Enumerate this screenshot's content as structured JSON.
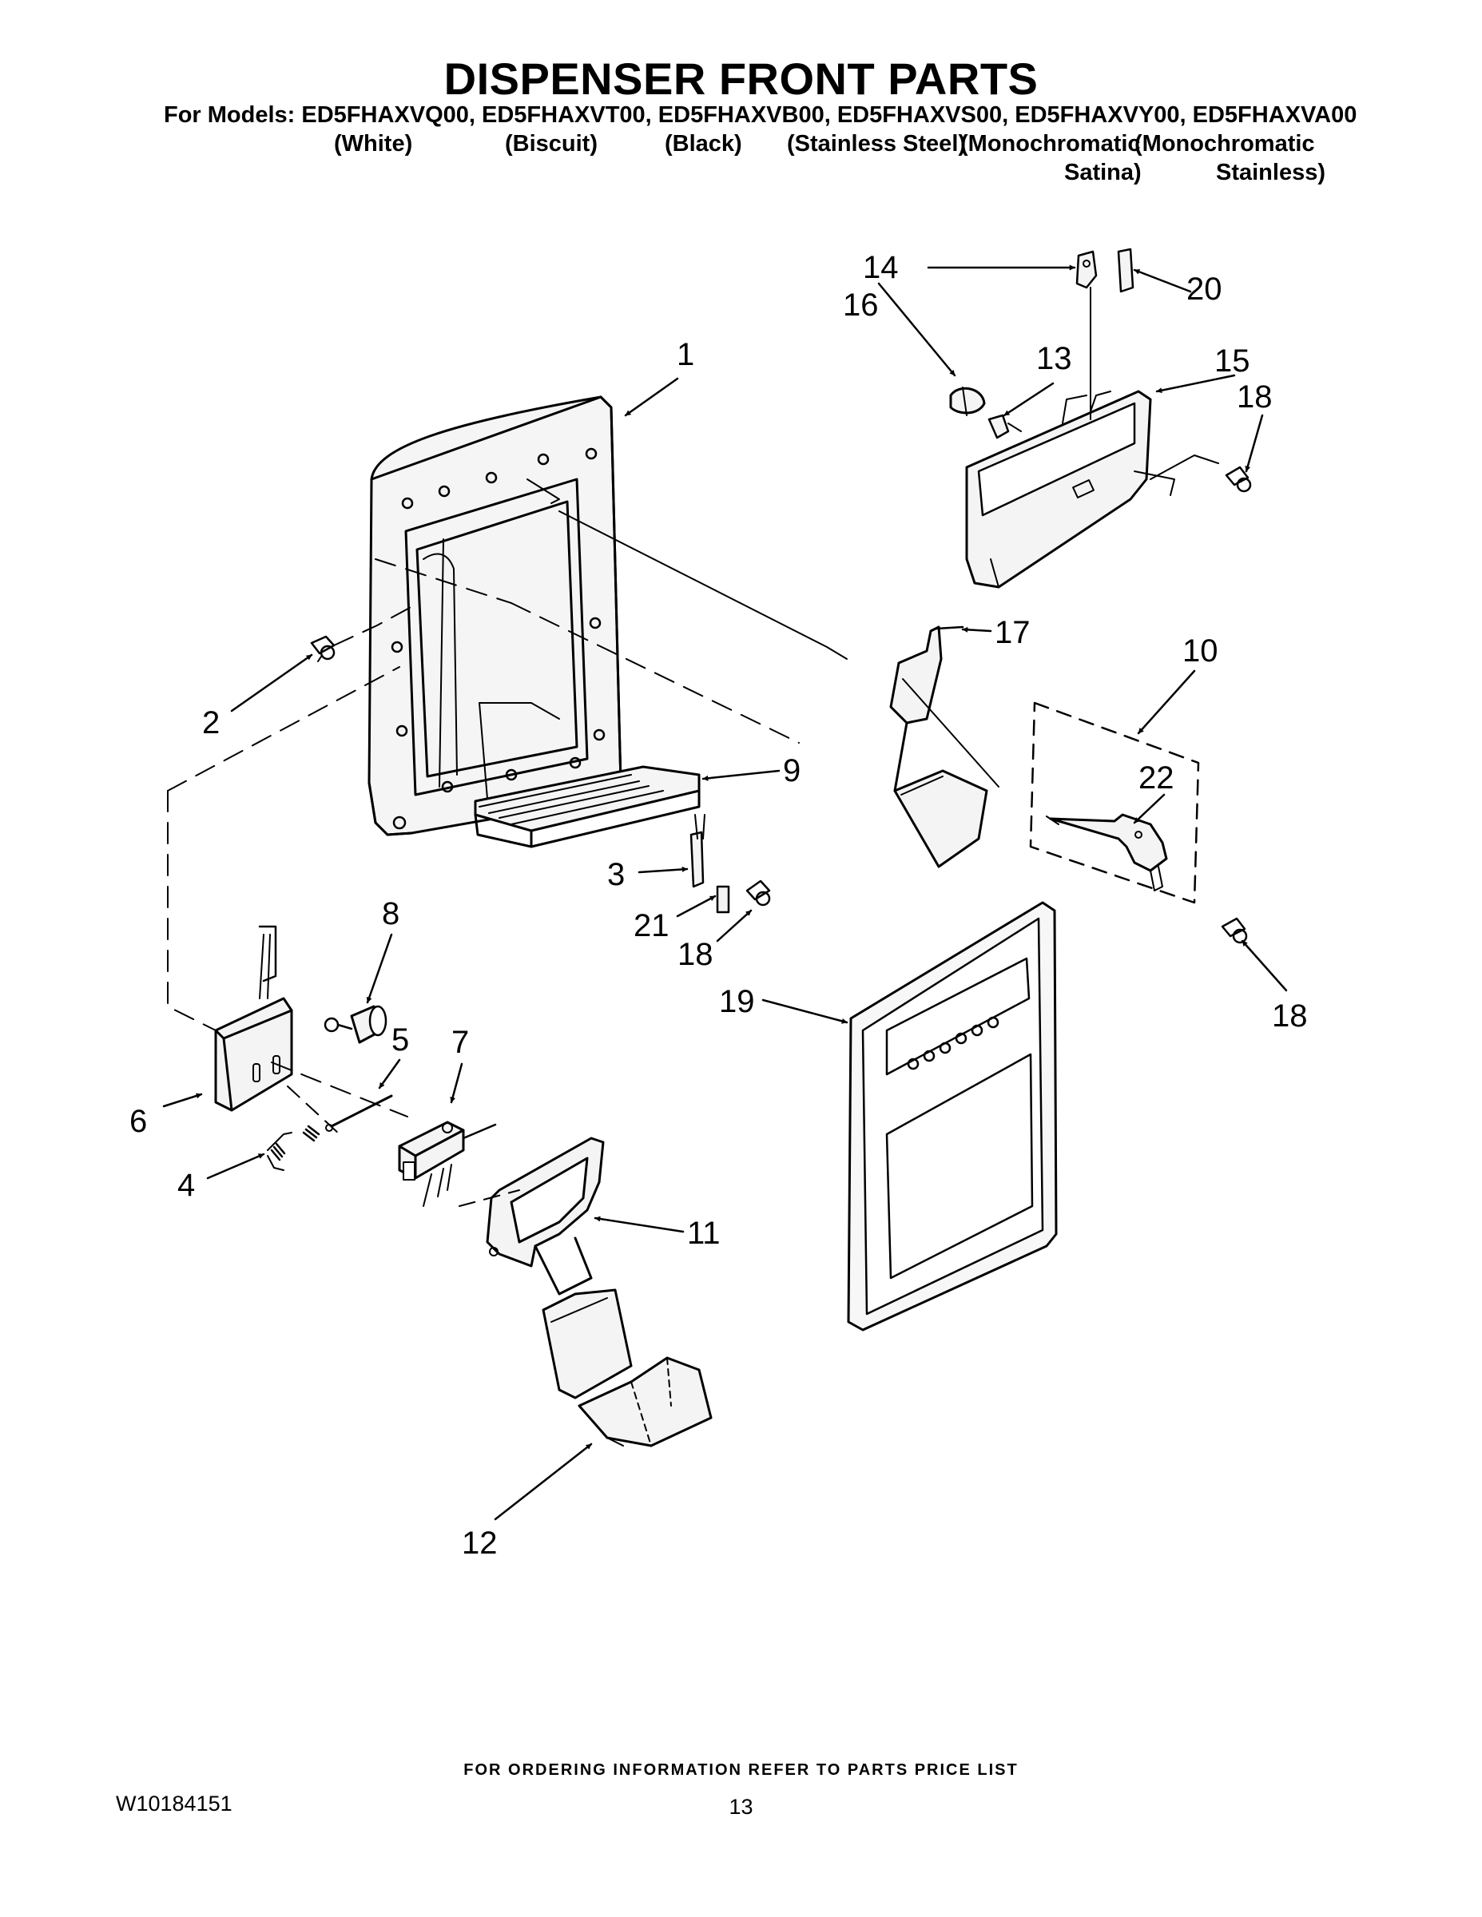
{
  "title": "DISPENSER FRONT PARTS",
  "models_line": "For Models: ED5FHAXVQ00, ED5FHAXVT00, ED5FHAXVB00, ED5FHAXVS00, ED5FHAXVY00, ED5FHAXVA00",
  "variants": [
    {
      "line1": "(White)",
      "line2": ""
    },
    {
      "line1": "(Biscuit)",
      "line2": ""
    },
    {
      "line1": "(Black)",
      "line2": ""
    },
    {
      "line1": "(Stainless Steel)",
      "line2": ""
    },
    {
      "line1": "(Monochromatic",
      "line2": "Satina)"
    },
    {
      "line1": "(Monochromatic",
      "line2": "Stainless)"
    }
  ],
  "callouts": [
    "1",
    "2",
    "3",
    "4",
    "5",
    "6",
    "7",
    "8",
    "9",
    "10",
    "11",
    "12",
    "13",
    "14",
    "15",
    "16",
    "17",
    "18",
    "18",
    "18",
    "19",
    "20",
    "21",
    "22"
  ],
  "footer": {
    "ordering_note": "FOR ORDERING INFORMATION REFER TO PARTS PRICE LIST",
    "doc_number": "W10184151",
    "page_number": "13"
  },
  "colors": {
    "ink": "#000000",
    "paper": "#ffffff",
    "part_fill": "#f4f4f4"
  }
}
